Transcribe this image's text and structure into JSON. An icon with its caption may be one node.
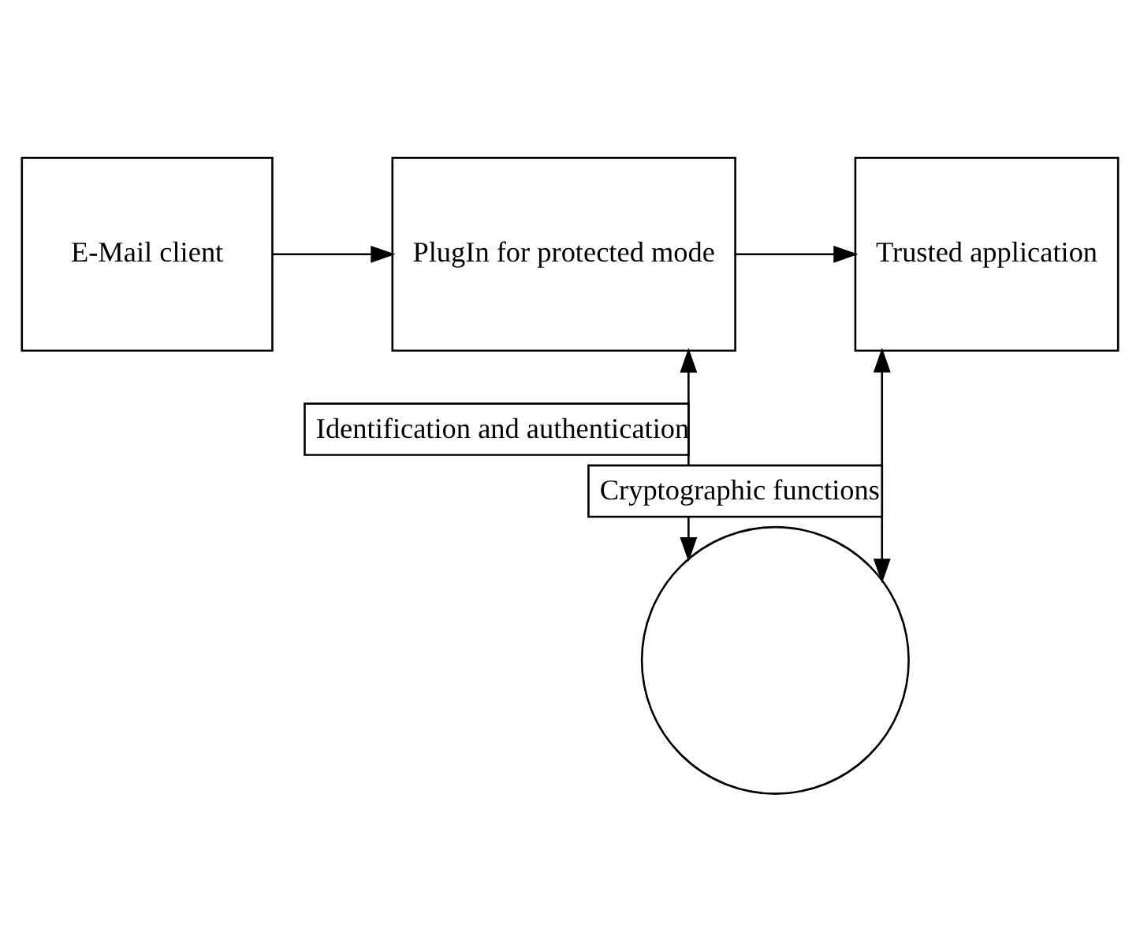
{
  "diagram": {
    "nodes": [
      {
        "text": [
          "E-Mail client"
        ]
      },
      {
        "text": [
          "PlugIn for protected mode"
        ]
      },
      {
        "text": [
          "Trusted application"
        ]
      },
      {
        "text": [],
        "shape": "circle"
      }
    ],
    "edges": [
      {
        "from": 0,
        "to": 1,
        "arrow": "to"
      },
      {
        "from": 1,
        "to": 2,
        "arrow": "to"
      },
      {
        "from": 1,
        "to": 3,
        "arrow": "both",
        "label": "Identification and authentication"
      },
      {
        "from": 3,
        "to": 2,
        "arrow": "both",
        "label": "Cryptographic functions"
      }
    ]
  }
}
